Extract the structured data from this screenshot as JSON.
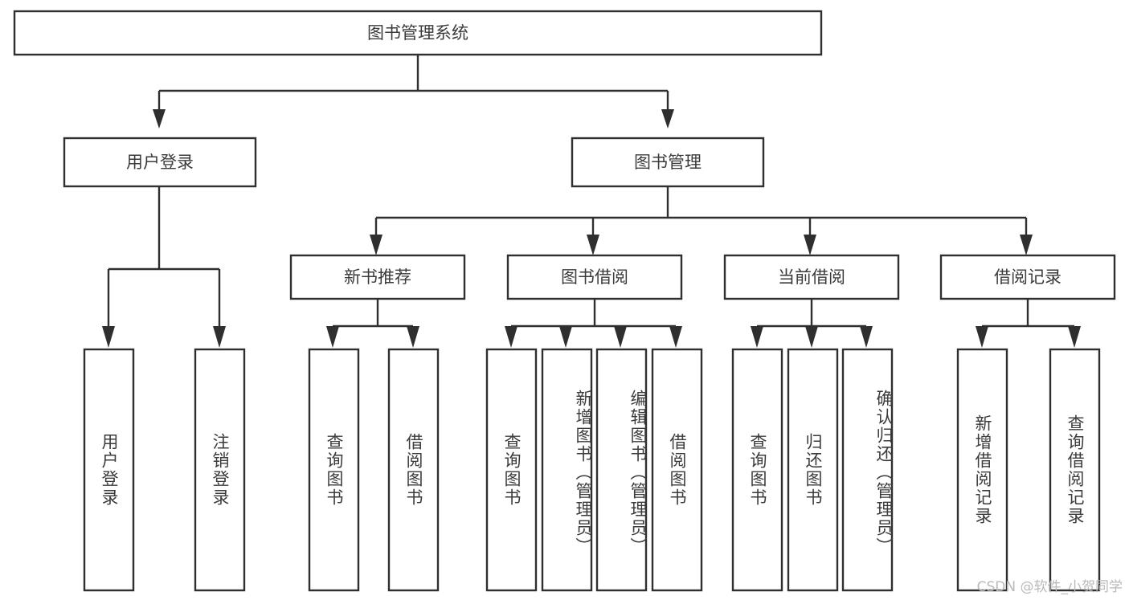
{
  "diagram": {
    "title_node": {
      "label": "图书管理系统"
    },
    "level2": [
      {
        "id": "user-login",
        "label": "用户登录"
      },
      {
        "id": "book-manage",
        "label": "图书管理"
      }
    ],
    "level3": [
      {
        "id": "new-book-recommend",
        "label": "新书推荐"
      },
      {
        "id": "book-borrow",
        "label": "图书借阅"
      },
      {
        "id": "current-borrow",
        "label": "当前借阅"
      },
      {
        "id": "borrow-record",
        "label": "借阅记录"
      }
    ],
    "leaves": {
      "user_login": [
        {
          "id": "leaf-user-login",
          "label": "用户登录"
        },
        {
          "id": "leaf-logout-login",
          "label": "注销登录"
        }
      ],
      "new_book_recommend": [
        {
          "id": "leaf-query-book-1",
          "label": "查询图书"
        },
        {
          "id": "leaf-borrow-book-1",
          "label": "借阅图书"
        }
      ],
      "book_borrow": [
        {
          "id": "leaf-query-book-2",
          "label": "查询图书"
        },
        {
          "id": "leaf-add-book",
          "label": "新增图书（管理员）"
        },
        {
          "id": "leaf-edit-book",
          "label": "编辑图书（管理员）"
        },
        {
          "id": "leaf-borrow-book-2",
          "label": "借阅图书"
        }
      ],
      "current_borrow": [
        {
          "id": "leaf-query-book-3",
          "label": "查询图书"
        },
        {
          "id": "leaf-return-book",
          "label": "归还图书"
        },
        {
          "id": "leaf-confirm-return",
          "label": "确认归还（管理员）"
        }
      ],
      "borrow_record": [
        {
          "id": "leaf-add-borrow-record",
          "label": "新增借阅记录"
        },
        {
          "id": "leaf-query-borrow-record",
          "label": "查询借阅记录"
        }
      ]
    }
  },
  "watermark": {
    "text": "CSDN @软件_小贺同学"
  },
  "colors": {
    "stroke": "#2f2f2f",
    "text": "#3b3b3b",
    "background": "#ffffff",
    "watermark": "#b9b9b9"
  }
}
